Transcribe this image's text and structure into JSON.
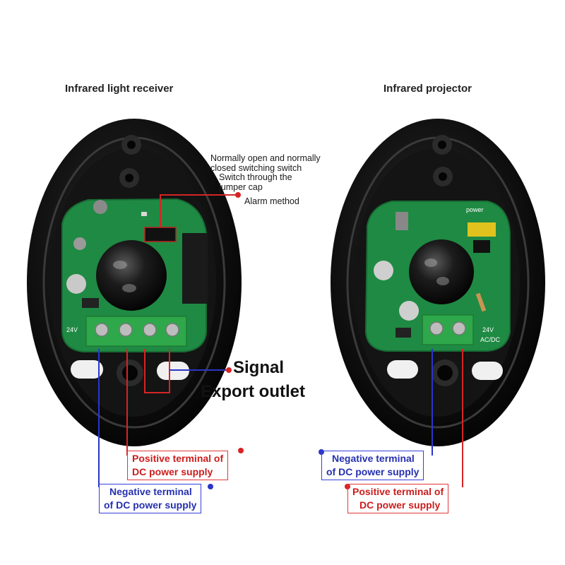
{
  "titles": {
    "receiver": "Infrared light receiver",
    "projector": "Infrared projector"
  },
  "receiver_notes": {
    "line1": "Normally open and normally",
    "line2": "closed switching switch",
    "line3": "Switch through the",
    "line4": "jumper cap",
    "line5": "Alarm method"
  },
  "signal": {
    "line1": "Signal",
    "line2": "Export outlet"
  },
  "receiver_callouts": {
    "positive_line1": "Positive terminal of",
    "positive_line2": "DC power supply",
    "negative_line1": "Negative terminal",
    "negative_line2": "of DC power supply"
  },
  "projector_callouts": {
    "negative_line1": "Negative terminal",
    "negative_line2": "of DC power supply",
    "positive_line1": "Positive terminal of",
    "positive_line2": "DC power supply"
  },
  "board_text": {
    "receiver_voltage": "24V",
    "projector_power": "power",
    "projector_voltage": "24V",
    "projector_acdc": "AC/DC"
  },
  "colors": {
    "housing": "#0d0d0d",
    "pcb": "#1f8a43",
    "terminal": "#2ea84a",
    "red_line": "#d62424",
    "blue_line": "#2a36c8"
  }
}
